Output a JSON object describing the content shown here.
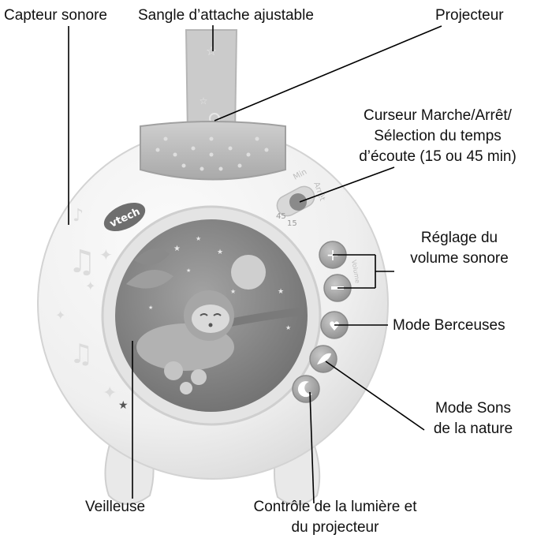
{
  "labels": {
    "sound_sensor": "Capteur sonore",
    "strap": "Sangle d’attache ajustable",
    "projector": "Projecteur",
    "switch_line1": "Curseur Marche/Arrêt/",
    "switch_line2": "Sélection du temps",
    "switch_line3": "d’écoute (15 ou 45 min)",
    "volume_line1": "Réglage du",
    "volume_line2": "volume sonore",
    "lullaby": "Mode Berceuses",
    "nature_line1": "Mode Sons",
    "nature_line2": "de la nature",
    "light_line1": "Contrôle de la lumière et",
    "light_line2": "du projecteur",
    "nightlight": "Veilleuse"
  },
  "device": {
    "logo_text": "vtech",
    "switch_marking_a": "Min",
    "switch_marking_b": "Arrêt",
    "switch_marking_45": "45",
    "switch_marking_15": "15",
    "volume_marking": "Volume"
  },
  "colors": {
    "body": "#f1f1f1",
    "body_shadow": "#d6d6d6",
    "projector_cap": "#b9b9b9",
    "strap": "#c9c9c9",
    "dome": "#8f8f8f",
    "dome_dark": "#6f6f6f",
    "button": "#a9a9a9",
    "leader_line": "#000000",
    "text": "#111111"
  }
}
